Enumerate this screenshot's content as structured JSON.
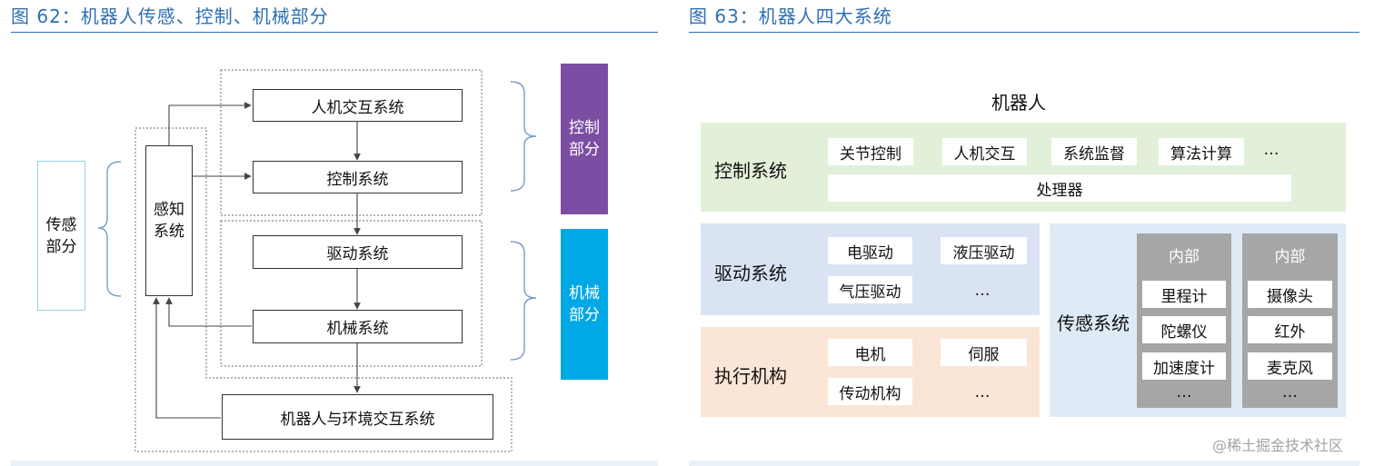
{
  "fig62": {
    "title": "图 62：机器人传感、控制、机械部分",
    "sensing_part": [
      "传感",
      "部分"
    ],
    "perception_system": [
      "感知",
      "系统"
    ],
    "hmi_system": "人机交互系统",
    "control_system": "控制系统",
    "drive_system": "驱动系统",
    "mechanical_system": "机械系统",
    "env_interaction_system": "机器人与环境交互系统",
    "control_part": [
      "控制",
      "部分"
    ],
    "mechanical_part": [
      "机械",
      "部分"
    ]
  },
  "fig63": {
    "title": "图 63：机器人四大系统",
    "top_label": "机器人",
    "control": {
      "label": "控制系统",
      "items": [
        "关节控制",
        "人机交互",
        "系统监督",
        "算法计算"
      ],
      "more": "…",
      "processor": "处理器"
    },
    "drive": {
      "label": "驱动系统",
      "items": [
        "电驱动",
        "液压驱动",
        "气压驱动"
      ],
      "more": "…"
    },
    "actuator": {
      "label": "执行机构",
      "items": [
        "电机",
        "伺服",
        "传动机构"
      ],
      "more": "…"
    },
    "sensing": {
      "label": "传感系统",
      "internal": {
        "title": "内部",
        "items": [
          "里程计",
          "陀螺仪",
          "加速度计"
        ],
        "more": "…"
      },
      "external": {
        "title": "内部",
        "items": [
          "摄像头",
          "红外",
          "麦克风"
        ],
        "more": "…"
      }
    }
  },
  "watermark": "@稀土掘金技术社区",
  "colors": {
    "title_blue": "#2f6fb4",
    "purple": "#7b4ea3",
    "cyan": "#00a8e6",
    "green_panel": "#e2f0d9",
    "lavender_panel": "#dae3f3",
    "peach_panel": "#fbe5d6",
    "light_blue_panel": "#deebf7",
    "gray_panel": "#a6a6a6"
  }
}
